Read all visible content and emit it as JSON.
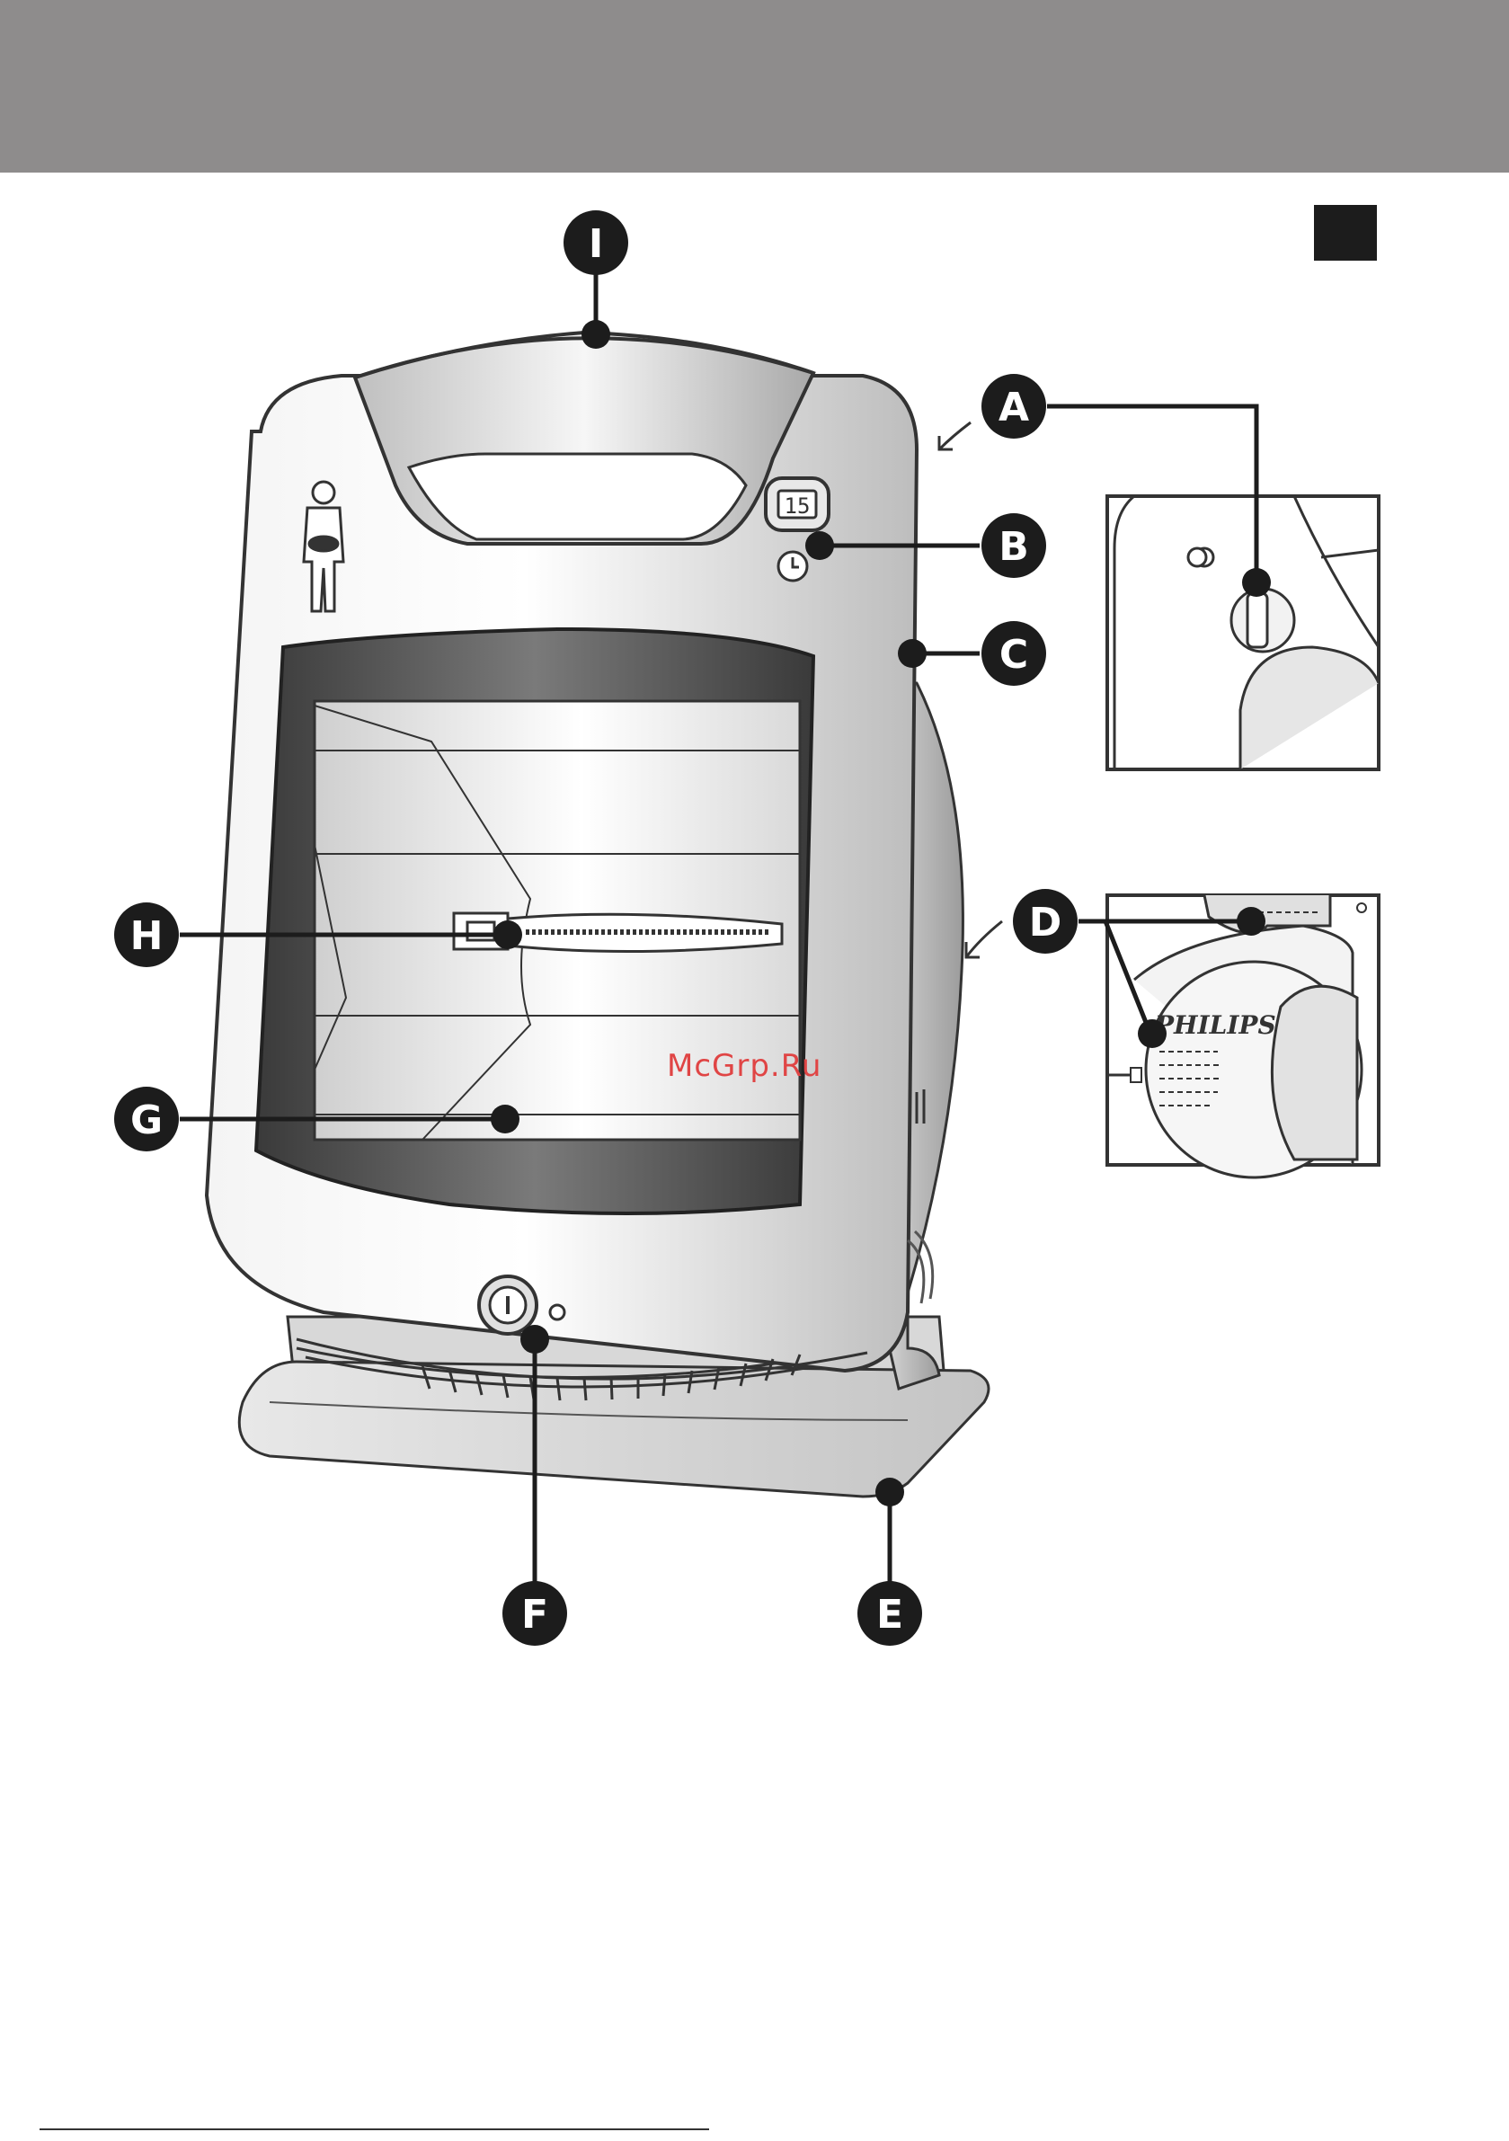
{
  "callouts": {
    "A": "A",
    "B": "B",
    "C": "C",
    "D": "D",
    "E": "E",
    "F": "F",
    "G": "G",
    "H": "H",
    "I": "I"
  },
  "display": {
    "timer_digits": "15"
  },
  "inset_d": {
    "brand": "PHILIPS"
  },
  "watermark": {
    "text": "McGrp.Ru"
  },
  "colors": {
    "header_band": "#8e8c8c",
    "callout_fill": "#1c1c1c",
    "housing": "#dcdcdc",
    "screen_frame": "#4a4a4a",
    "watermark": "#e04545"
  },
  "icons": [
    "body-silhouette-icon",
    "clock-icon",
    "power-icon",
    "arrow-curved-icon"
  ]
}
